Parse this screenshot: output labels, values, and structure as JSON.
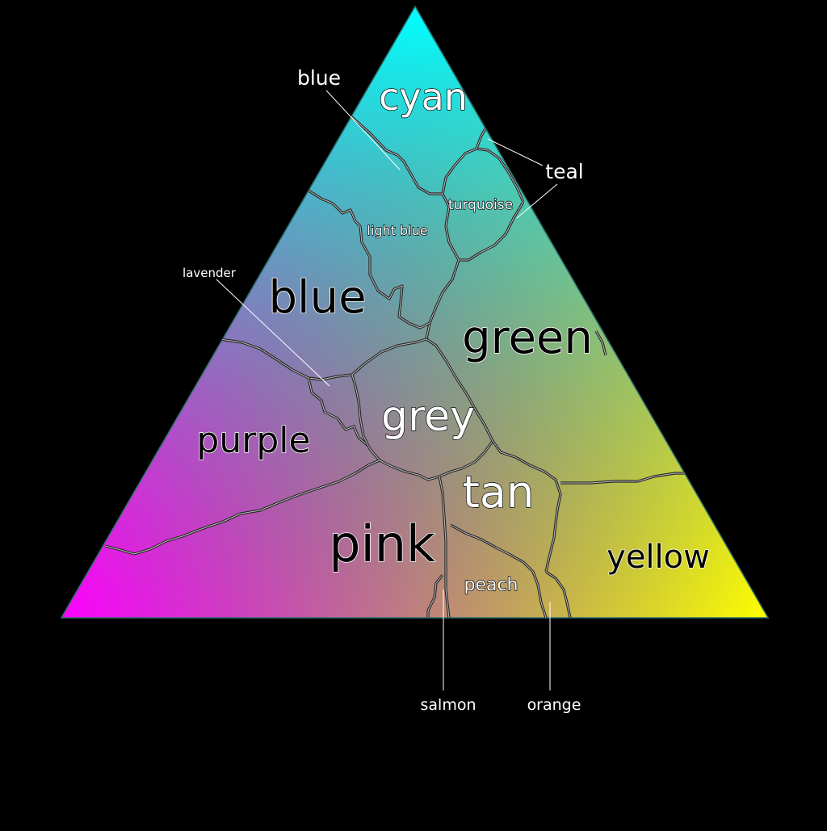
{
  "colors": {
    "background": "#000000",
    "corner_top": "#00ffff",
    "corner_left": "#ff00ff",
    "corner_right": "#ffff00"
  },
  "regions": {
    "cyan": "cyan",
    "blue": "blue",
    "purple": "purple",
    "pink": "pink",
    "grey": "grey",
    "green": "green",
    "tan": "tan",
    "yellow": "yellow",
    "turquoise": "turquoise",
    "light_blue": "light blue",
    "peach": "peach"
  },
  "callouts": {
    "blue": "blue",
    "teal": "teal",
    "lavender": "lavender",
    "salmon": "salmon",
    "orange": "orange"
  }
}
